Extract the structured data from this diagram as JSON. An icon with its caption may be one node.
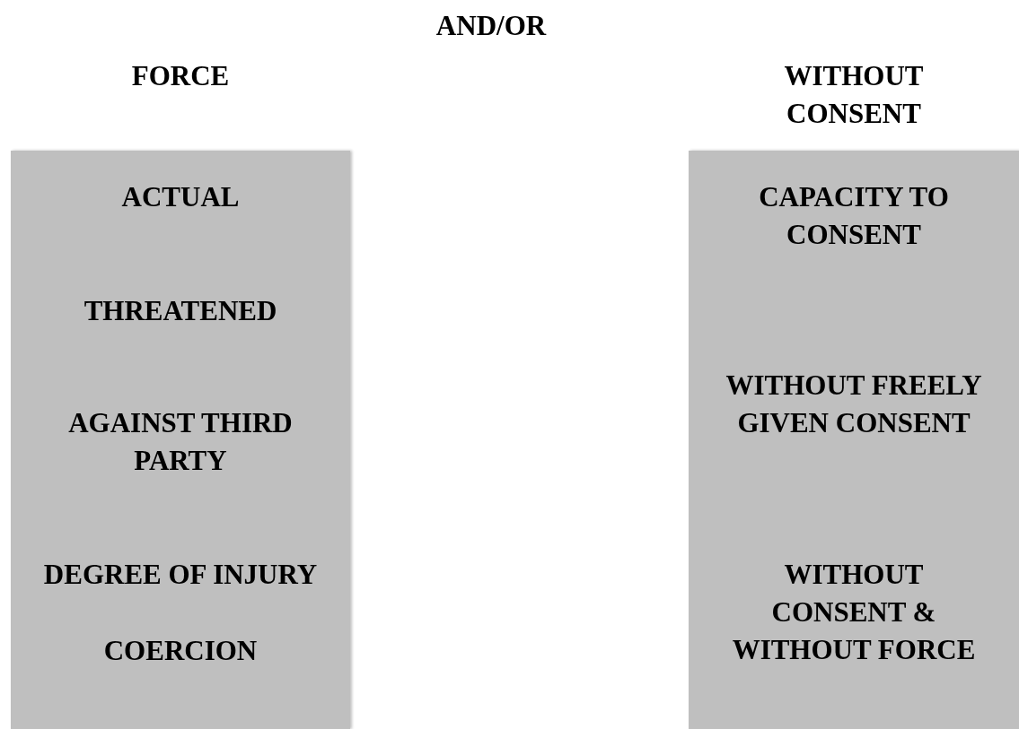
{
  "diagram": {
    "title": "AND/OR",
    "nodes": [
      {
        "text": [
          "FORCE",
          "ACTUAL",
          "THREATENED",
          "AGAINST THIRD PARTY",
          "DEGREE OF INJURY",
          "COERCION"
        ]
      },
      {
        "text": [
          "WITHOUT CONSENT",
          "CAPACITY TO CONSENT",
          "WITHOUT FREELY GIVEN CONSENT",
          "WITHOUT CONSENT & WITHOUT FORCE"
        ]
      }
    ],
    "edges": []
  }
}
